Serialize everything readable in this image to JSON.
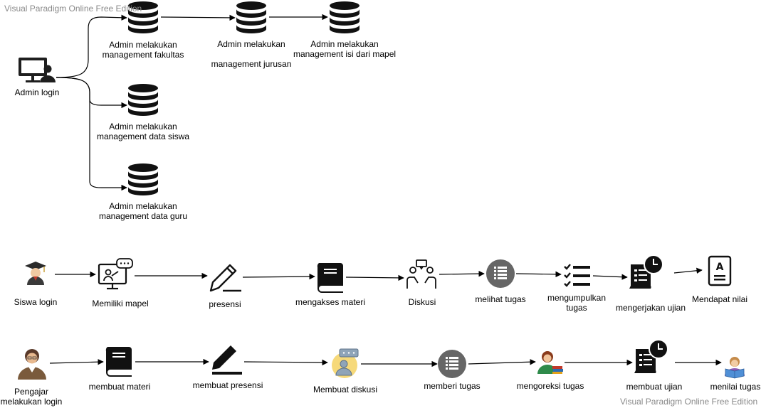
{
  "watermark": {
    "top": "Visual Paradigm Online Free Edition",
    "bottom": "Visual Paradigm Online Free Edition"
  },
  "admin": {
    "start": {
      "line1": "Admin login",
      "icon": "computer-user-icon"
    },
    "fakultas": {
      "line1": "Admin melakukan",
      "line2": "management fakultas",
      "icon": "database-icon"
    },
    "jurusan": {
      "line1": "Admin melakukan",
      "line2": "management jurusan",
      "icon": "database-icon"
    },
    "mapel": {
      "line1": "Admin melakukan",
      "line2": "management isi dari mapel",
      "icon": "database-icon"
    },
    "siswa": {
      "line1": "Admin melakukan",
      "line2": "management data siswa",
      "icon": "database-icon"
    },
    "guru": {
      "line1": "Admin melakukan",
      "line2": "management data guru",
      "icon": "database-icon"
    }
  },
  "siswa_flow": {
    "login": {
      "line1": "Siswa login",
      "icon": "graduate-icon"
    },
    "mapel": {
      "line1": "Memiliki mapel",
      "icon": "online-class-icon"
    },
    "presensi": {
      "line1": "presensi",
      "icon": "pencil-icon"
    },
    "materi": {
      "line1": "mengakses materi",
      "icon": "book-icon"
    },
    "diskusi": {
      "line1": "Diskusi",
      "icon": "discussion-icon"
    },
    "tugas": {
      "line1": "melihat tugas",
      "icon": "list-circle-icon"
    },
    "kumpul": {
      "line1": "mengumpulkan",
      "line2": "tugas",
      "icon": "checklist-icon"
    },
    "ujian": {
      "line1": "mengerjakan ujian",
      "icon": "exam-clock-icon"
    },
    "nilai": {
      "line1": "Mendapat nilai",
      "icon": "grade-paper-icon"
    }
  },
  "guru_flow": {
    "login": {
      "line1": "Pengajar",
      "line2": "melakukan login",
      "icon": "teacher-icon"
    },
    "materi": {
      "line1": "membuat materi",
      "icon": "book-icon"
    },
    "presensi": {
      "line1": "membuat presensi",
      "icon": "pencil-line-icon"
    },
    "diskusi": {
      "line1": "Membuat diskusi",
      "icon": "chat-person-icon"
    },
    "tugas": {
      "line1": "memberi tugas",
      "icon": "list-circle-icon"
    },
    "koreksi": {
      "line1": "mengoreksi tugas",
      "icon": "teacher-books-icon"
    },
    "ujian": {
      "line1": "membuat ujian",
      "icon": "exam-clock-icon"
    },
    "nilai": {
      "line1": "menilai tugas",
      "icon": "reader-icon"
    }
  }
}
